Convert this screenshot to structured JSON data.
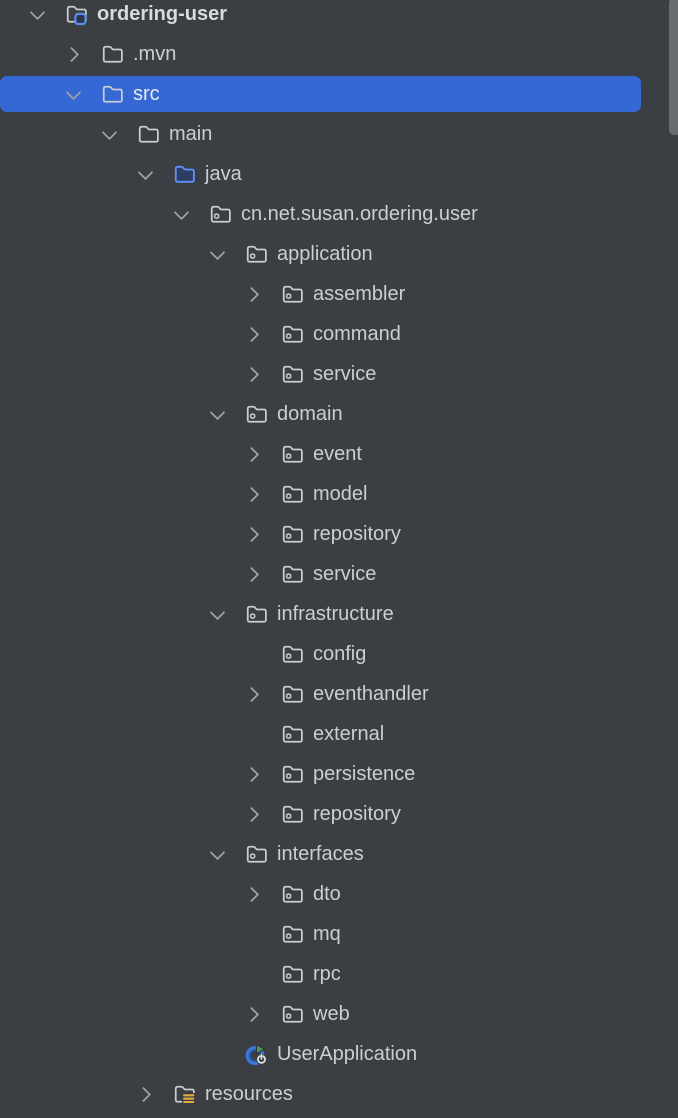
{
  "panel": {
    "name": "project-tree"
  },
  "colors": {
    "background": "#3b3e43",
    "selection": "#3568d4",
    "text": "#cbced3",
    "text_selected": "#e6eaef",
    "chevron": "#9da1a7",
    "folder_outline": "#c9ccd1",
    "source_root_stroke": "#6090f5",
    "source_root_fill": "#2c3e63",
    "project_badge_blue": "#5b8cf2",
    "resources_yellow": "#e3ac3f",
    "run_ring_blue": "#3d77dd",
    "run_play_green": "#4c9750",
    "power_glyph": "#dfe2e6",
    "scrollbar_thumb": "#686b70"
  },
  "tree": {
    "items": [
      {
        "label": "ordering-user",
        "level": 0,
        "icon": "project-folder",
        "chevron": "expanded",
        "selected": false,
        "bold": true
      },
      {
        "label": ".mvn",
        "level": 1,
        "icon": "folder",
        "chevron": "collapsed",
        "selected": false,
        "bold": false
      },
      {
        "label": "src",
        "level": 1,
        "icon": "folder",
        "chevron": "expanded",
        "selected": true,
        "bold": false
      },
      {
        "label": "main",
        "level": 2,
        "icon": "folder",
        "chevron": "expanded",
        "selected": false,
        "bold": false
      },
      {
        "label": "java",
        "level": 3,
        "icon": "source-root-folder",
        "chevron": "expanded",
        "selected": false,
        "bold": false
      },
      {
        "label": "cn.net.susan.ordering.user",
        "level": 4,
        "icon": "package",
        "chevron": "expanded",
        "selected": false,
        "bold": false
      },
      {
        "label": "application",
        "level": 5,
        "icon": "package",
        "chevron": "expanded",
        "selected": false,
        "bold": false
      },
      {
        "label": "assembler",
        "level": 6,
        "icon": "package",
        "chevron": "collapsed",
        "selected": false,
        "bold": false
      },
      {
        "label": "command",
        "level": 6,
        "icon": "package",
        "chevron": "collapsed",
        "selected": false,
        "bold": false
      },
      {
        "label": "service",
        "level": 6,
        "icon": "package",
        "chevron": "collapsed",
        "selected": false,
        "bold": false
      },
      {
        "label": "domain",
        "level": 5,
        "icon": "package",
        "chevron": "expanded",
        "selected": false,
        "bold": false
      },
      {
        "label": "event",
        "level": 6,
        "icon": "package",
        "chevron": "collapsed",
        "selected": false,
        "bold": false
      },
      {
        "label": "model",
        "level": 6,
        "icon": "package",
        "chevron": "collapsed",
        "selected": false,
        "bold": false
      },
      {
        "label": "repository",
        "level": 6,
        "icon": "package",
        "chevron": "collapsed",
        "selected": false,
        "bold": false
      },
      {
        "label": "service",
        "level": 6,
        "icon": "package",
        "chevron": "collapsed",
        "selected": false,
        "bold": false
      },
      {
        "label": "infrastructure",
        "level": 5,
        "icon": "package",
        "chevron": "expanded",
        "selected": false,
        "bold": false
      },
      {
        "label": "config",
        "level": 6,
        "icon": "package",
        "chevron": "none",
        "selected": false,
        "bold": false
      },
      {
        "label": "eventhandler",
        "level": 6,
        "icon": "package",
        "chevron": "collapsed",
        "selected": false,
        "bold": false
      },
      {
        "label": "external",
        "level": 6,
        "icon": "package",
        "chevron": "none",
        "selected": false,
        "bold": false
      },
      {
        "label": "persistence",
        "level": 6,
        "icon": "package",
        "chevron": "collapsed",
        "selected": false,
        "bold": false
      },
      {
        "label": "repository",
        "level": 6,
        "icon": "package",
        "chevron": "collapsed",
        "selected": false,
        "bold": false
      },
      {
        "label": "interfaces",
        "level": 5,
        "icon": "package",
        "chevron": "expanded",
        "selected": false,
        "bold": false
      },
      {
        "label": "dto",
        "level": 6,
        "icon": "package",
        "chevron": "collapsed",
        "selected": false,
        "bold": false
      },
      {
        "label": "mq",
        "level": 6,
        "icon": "package",
        "chevron": "none",
        "selected": false,
        "bold": false
      },
      {
        "label": "rpc",
        "level": 6,
        "icon": "package",
        "chevron": "none",
        "selected": false,
        "bold": false
      },
      {
        "label": "web",
        "level": 6,
        "icon": "package",
        "chevron": "collapsed",
        "selected": false,
        "bold": false
      },
      {
        "label": "UserApplication",
        "level": 5,
        "icon": "runnable-class",
        "chevron": "none",
        "selected": false,
        "bold": false
      },
      {
        "label": "resources",
        "level": 3,
        "icon": "resources-folder",
        "chevron": "collapsed",
        "selected": false,
        "bold": false
      }
    ]
  }
}
